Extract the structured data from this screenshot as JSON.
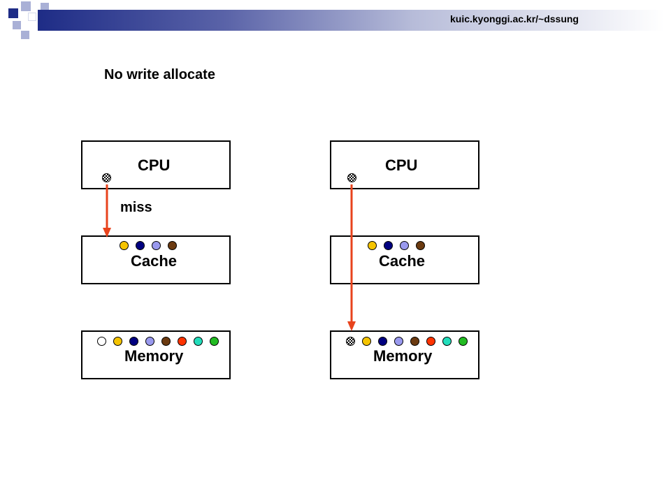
{
  "header": {
    "url": "kuic.kyonggi.ac.kr/~dssung"
  },
  "slide": {
    "title": "No write allocate",
    "miss_label": "miss"
  },
  "left_panel": {
    "cpu_label": "CPU",
    "cache_label": "Cache",
    "memory_label": "Memory",
    "cpu_block": "checker",
    "cache_blocks": [
      "#f5c400",
      "#000080",
      "#9999ee",
      "#6b3a10"
    ],
    "memory_blocks": [
      "#ffffff",
      "#f5c400",
      "#000080",
      "#9999ee",
      "#6b3a10",
      "#ff3300",
      "#22ddbb",
      "#22bb22"
    ]
  },
  "right_panel": {
    "cpu_label": "CPU",
    "cache_label": "Cache",
    "memory_label": "Memory",
    "cpu_block": "checker",
    "cache_blocks": [
      "#f5c400",
      "#000080",
      "#9999ee",
      "#6b3a10"
    ],
    "memory_blocks": [
      "checker",
      "#f5c400",
      "#000080",
      "#9999ee",
      "#6b3a10",
      "#ff3300",
      "#22ddbb",
      "#22bb22"
    ]
  },
  "colors": {
    "arrow": "#e8431c",
    "theme_navy": "#1e2c86",
    "theme_light": "#a9b0d6"
  }
}
